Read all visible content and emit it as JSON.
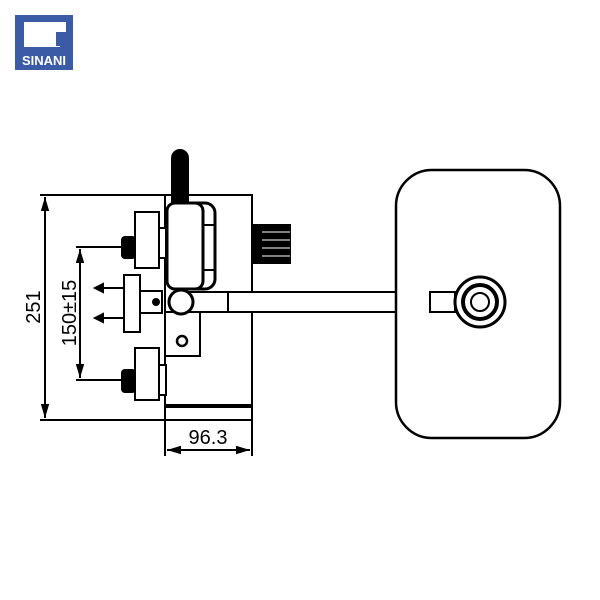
{
  "logo": {
    "text": "SINANI",
    "color": "#3b5ba6"
  },
  "dimensions": {
    "overall_height": "251",
    "bracket_spacing": "150±15",
    "wall_depth": "96.3"
  }
}
